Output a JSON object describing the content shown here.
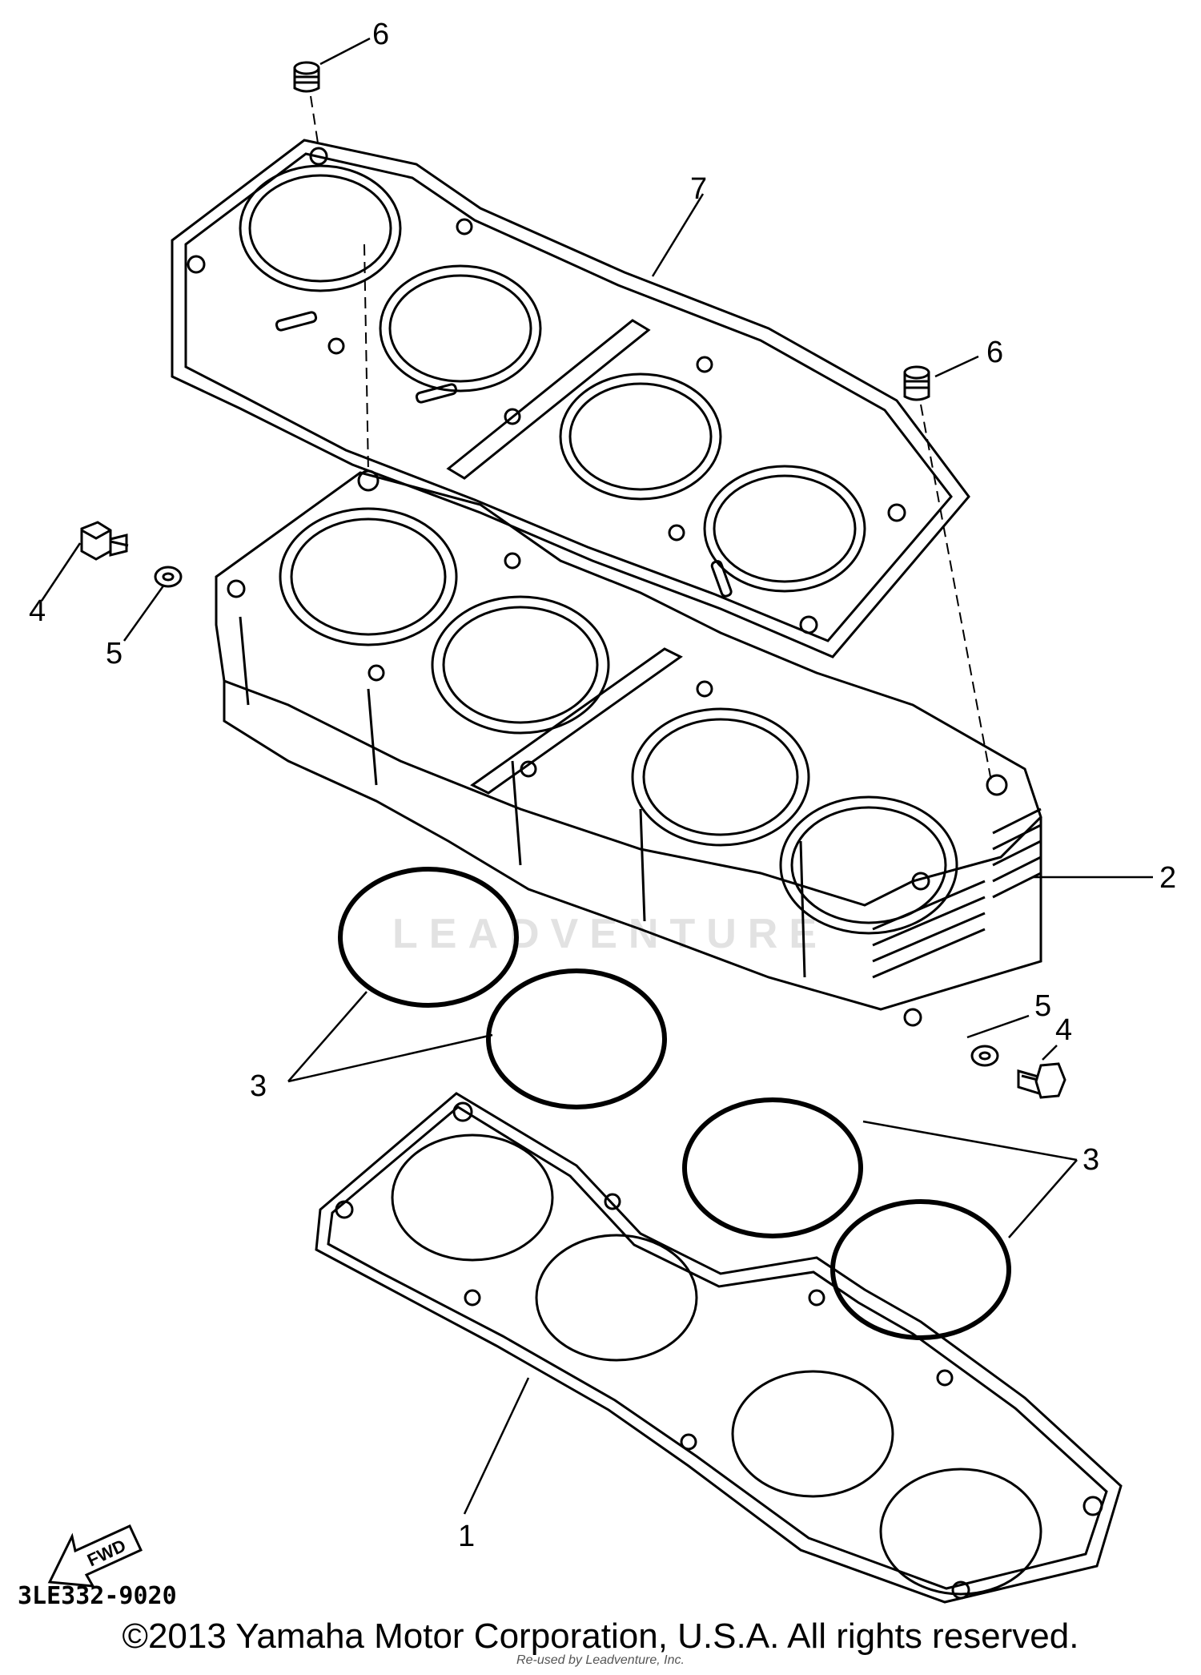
{
  "diagram": {
    "callouts": {
      "c1": "1",
      "c2": "2",
      "c3a": "3",
      "c3b": "3",
      "c4a": "4",
      "c4b": "4",
      "c5a": "5",
      "c5b": "5",
      "c6a": "6",
      "c6b": "6",
      "c7": "7"
    },
    "fwd_label": "FWD",
    "part_number": "3LE332-9020",
    "watermark": "LEADVENTURE"
  },
  "footer": {
    "copyright": "©2013 Yamaha Motor Corporation, U.S.A. All rights reserved.",
    "credit": "Re-used by Leadventure, Inc."
  }
}
